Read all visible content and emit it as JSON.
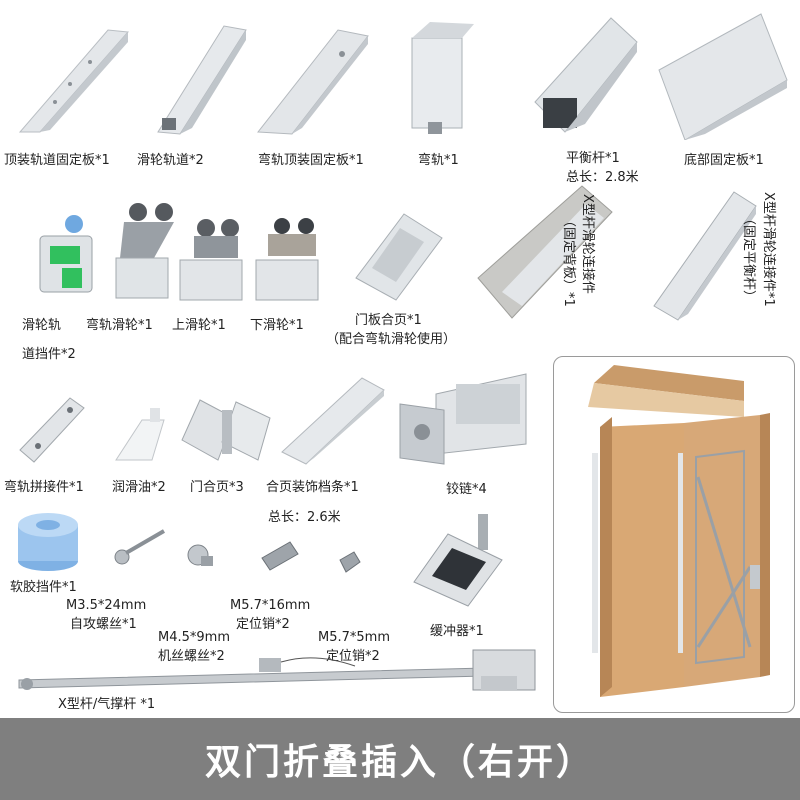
{
  "parts": {
    "top_plate": "顶装轨道固定板*1",
    "pulley_track": "滑轮轨道*2",
    "curve_top_plate": "弯轨顶装固定板*1",
    "curve_track": "弯轨*1",
    "balance_bar": "平衡杆*1",
    "balance_bar_len": "总长：2.8米",
    "bottom_plate": "底部固定板*1",
    "stopper_line1": "滑轮轨",
    "stopper_line2": "道挡件*2",
    "curve_pulley": "弯轨滑轮*1",
    "upper_pulley": "上滑轮*1",
    "lower_pulley": "下滑轮*1",
    "door_hinge_plate": "门板合页*1",
    "door_hinge_note": "（配合弯轨滑轮使用）",
    "x_connector_back": "X型杆滑轮连接件",
    "x_connector_back_note": "（固定背板）*1",
    "x_connector_bar": "X型杆滑轮连接件*1",
    "x_connector_bar_note": "（固定平衡杆）",
    "curve_joint": "弯轨拼接件*1",
    "lube": "润滑油*2",
    "door_hinge": "门合页*3",
    "hinge_trim": "合页装饰档条*1",
    "hinge_trim_len": "总长：2.6米",
    "hinge": "铰链*4",
    "soft_stop": "软胶挡件*1",
    "screw_a_size": "M3.5*24mm",
    "screw_a": "自攻螺丝*1",
    "screw_b_size": "M4.5*9mm",
    "screw_b": "机丝螺丝*2",
    "pin_a_size": "M5.7*16mm",
    "pin_a": "定位销*2",
    "pin_b_size": "M5.7*5mm",
    "pin_b": "定位销*2",
    "buffer": "缓冲器*1",
    "x_bar": "X型杆/气撑杆 *1"
  },
  "footer": {
    "title": "双门折叠插入（右开）"
  },
  "colors": {
    "footer_bg": "#7f7f7f",
    "wood": "#d7a878",
    "aluminum": "#d9dde1"
  }
}
